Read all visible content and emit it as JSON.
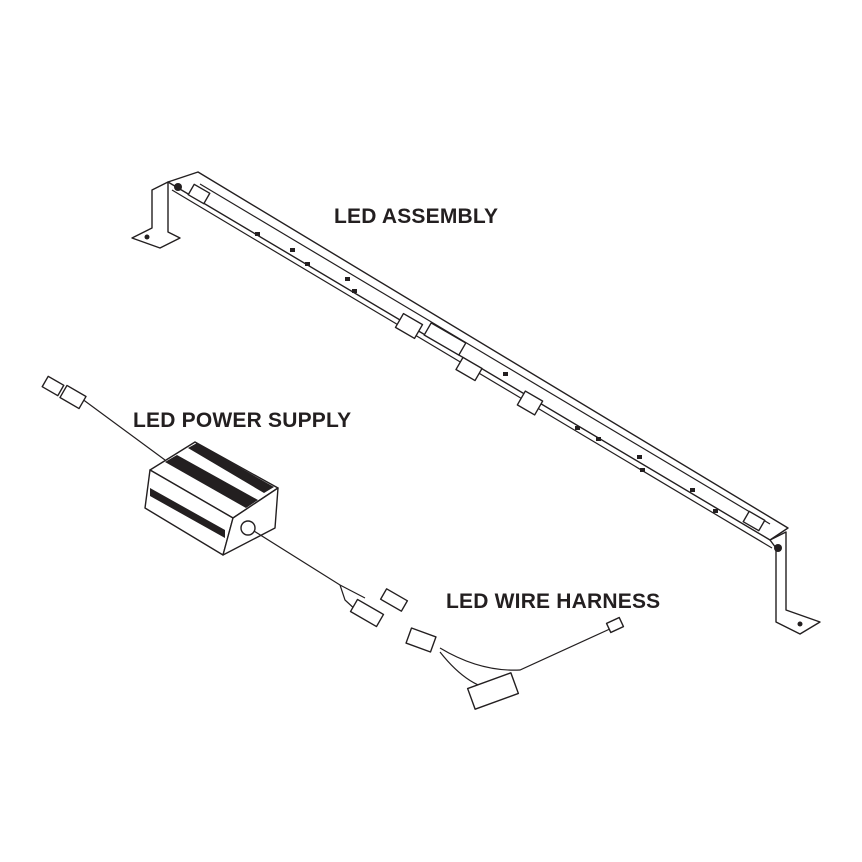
{
  "labels": {
    "led_assembly": "LED ASSEMBLY",
    "led_power_supply": "LED POWER SUPPLY",
    "led_wire_harness": "LED WIRE HARNESS"
  },
  "colors": {
    "ink": "#231f20",
    "background": "#ffffff"
  }
}
